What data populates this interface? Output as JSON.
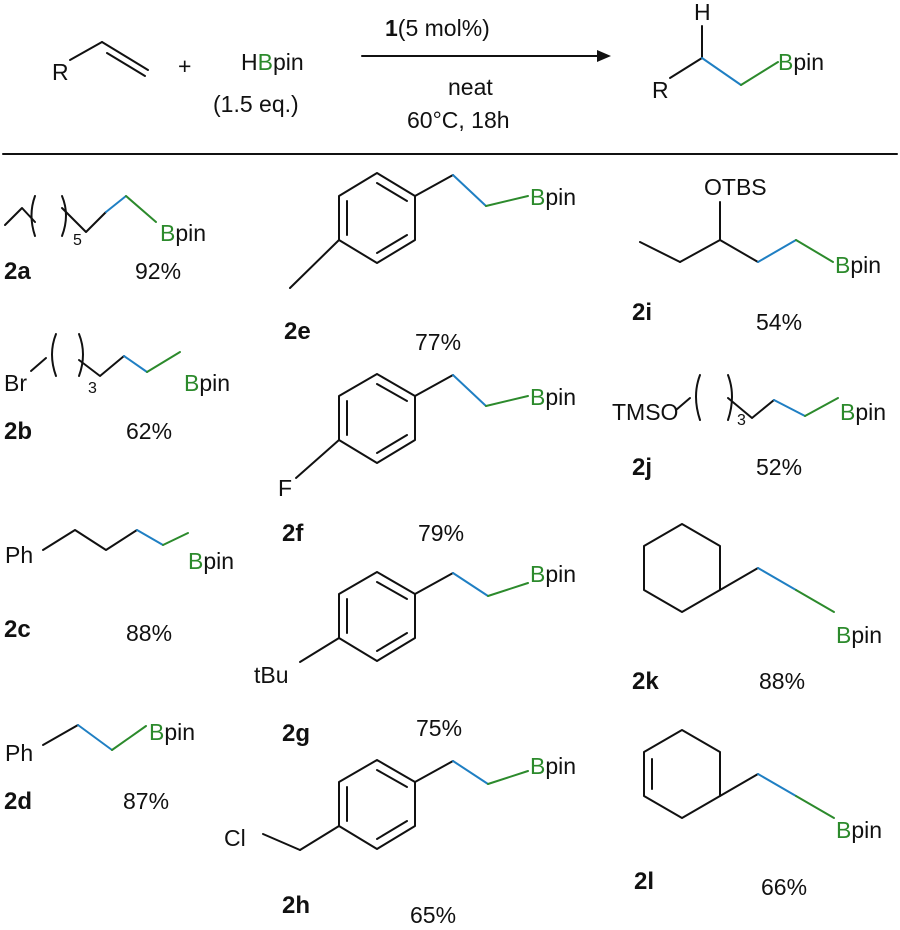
{
  "colors": {
    "blue_bond": "#1f7fc3",
    "boron_green": "#2c8a2c",
    "ink": "#111111"
  },
  "reaction": {
    "reactant_R": "R",
    "plus": "+",
    "reagent_H": "H",
    "reagent_B": "B",
    "reagent_pin": "pin",
    "reagent_equiv": "(1.5 eq.)",
    "catalyst_number": "1",
    "catalyst_loading": "(5 mol%)",
    "solvent": "neat",
    "conditions": "60°C, 18h",
    "product_H": "H",
    "product_R": "R",
    "product_B": "B",
    "product_pin": "pin"
  },
  "products": [
    {
      "id": "2a",
      "yield": "92%",
      "repeat": "5",
      "boron": "B",
      "pin": "pin"
    },
    {
      "id": "2b",
      "yield": "62%",
      "prefix": "Br",
      "repeat": "3",
      "boron": "B",
      "pin": "pin"
    },
    {
      "id": "2c",
      "yield": "88%",
      "prefix": "Ph",
      "boron": "B",
      "pin": "pin"
    },
    {
      "id": "2d",
      "yield": "87%",
      "prefix": "Ph",
      "boron": "B",
      "pin": "pin"
    },
    {
      "id": "2e",
      "yield": "77%",
      "boron": "B",
      "pin": "pin"
    },
    {
      "id": "2f",
      "yield": "79%",
      "substituent": "F",
      "boron": "B",
      "pin": "pin"
    },
    {
      "id": "2g",
      "yield": "75%",
      "substituent": "tBu",
      "boron": "B",
      "pin": "pin"
    },
    {
      "id": "2h",
      "yield": "65%",
      "substituent": "Cl",
      "boron": "B",
      "pin": "pin"
    },
    {
      "id": "2i",
      "yield": "54%",
      "substituent": "OTBS",
      "boron": "B",
      "pin": "pin"
    },
    {
      "id": "2j",
      "yield": "52%",
      "prefix": "TMSO",
      "repeat": "3",
      "boron": "B",
      "pin": "pin"
    },
    {
      "id": "2k",
      "yield": "88%",
      "boron": "B",
      "pin": "pin"
    },
    {
      "id": "2l",
      "yield": "66%",
      "boron": "B",
      "pin": "pin"
    }
  ]
}
